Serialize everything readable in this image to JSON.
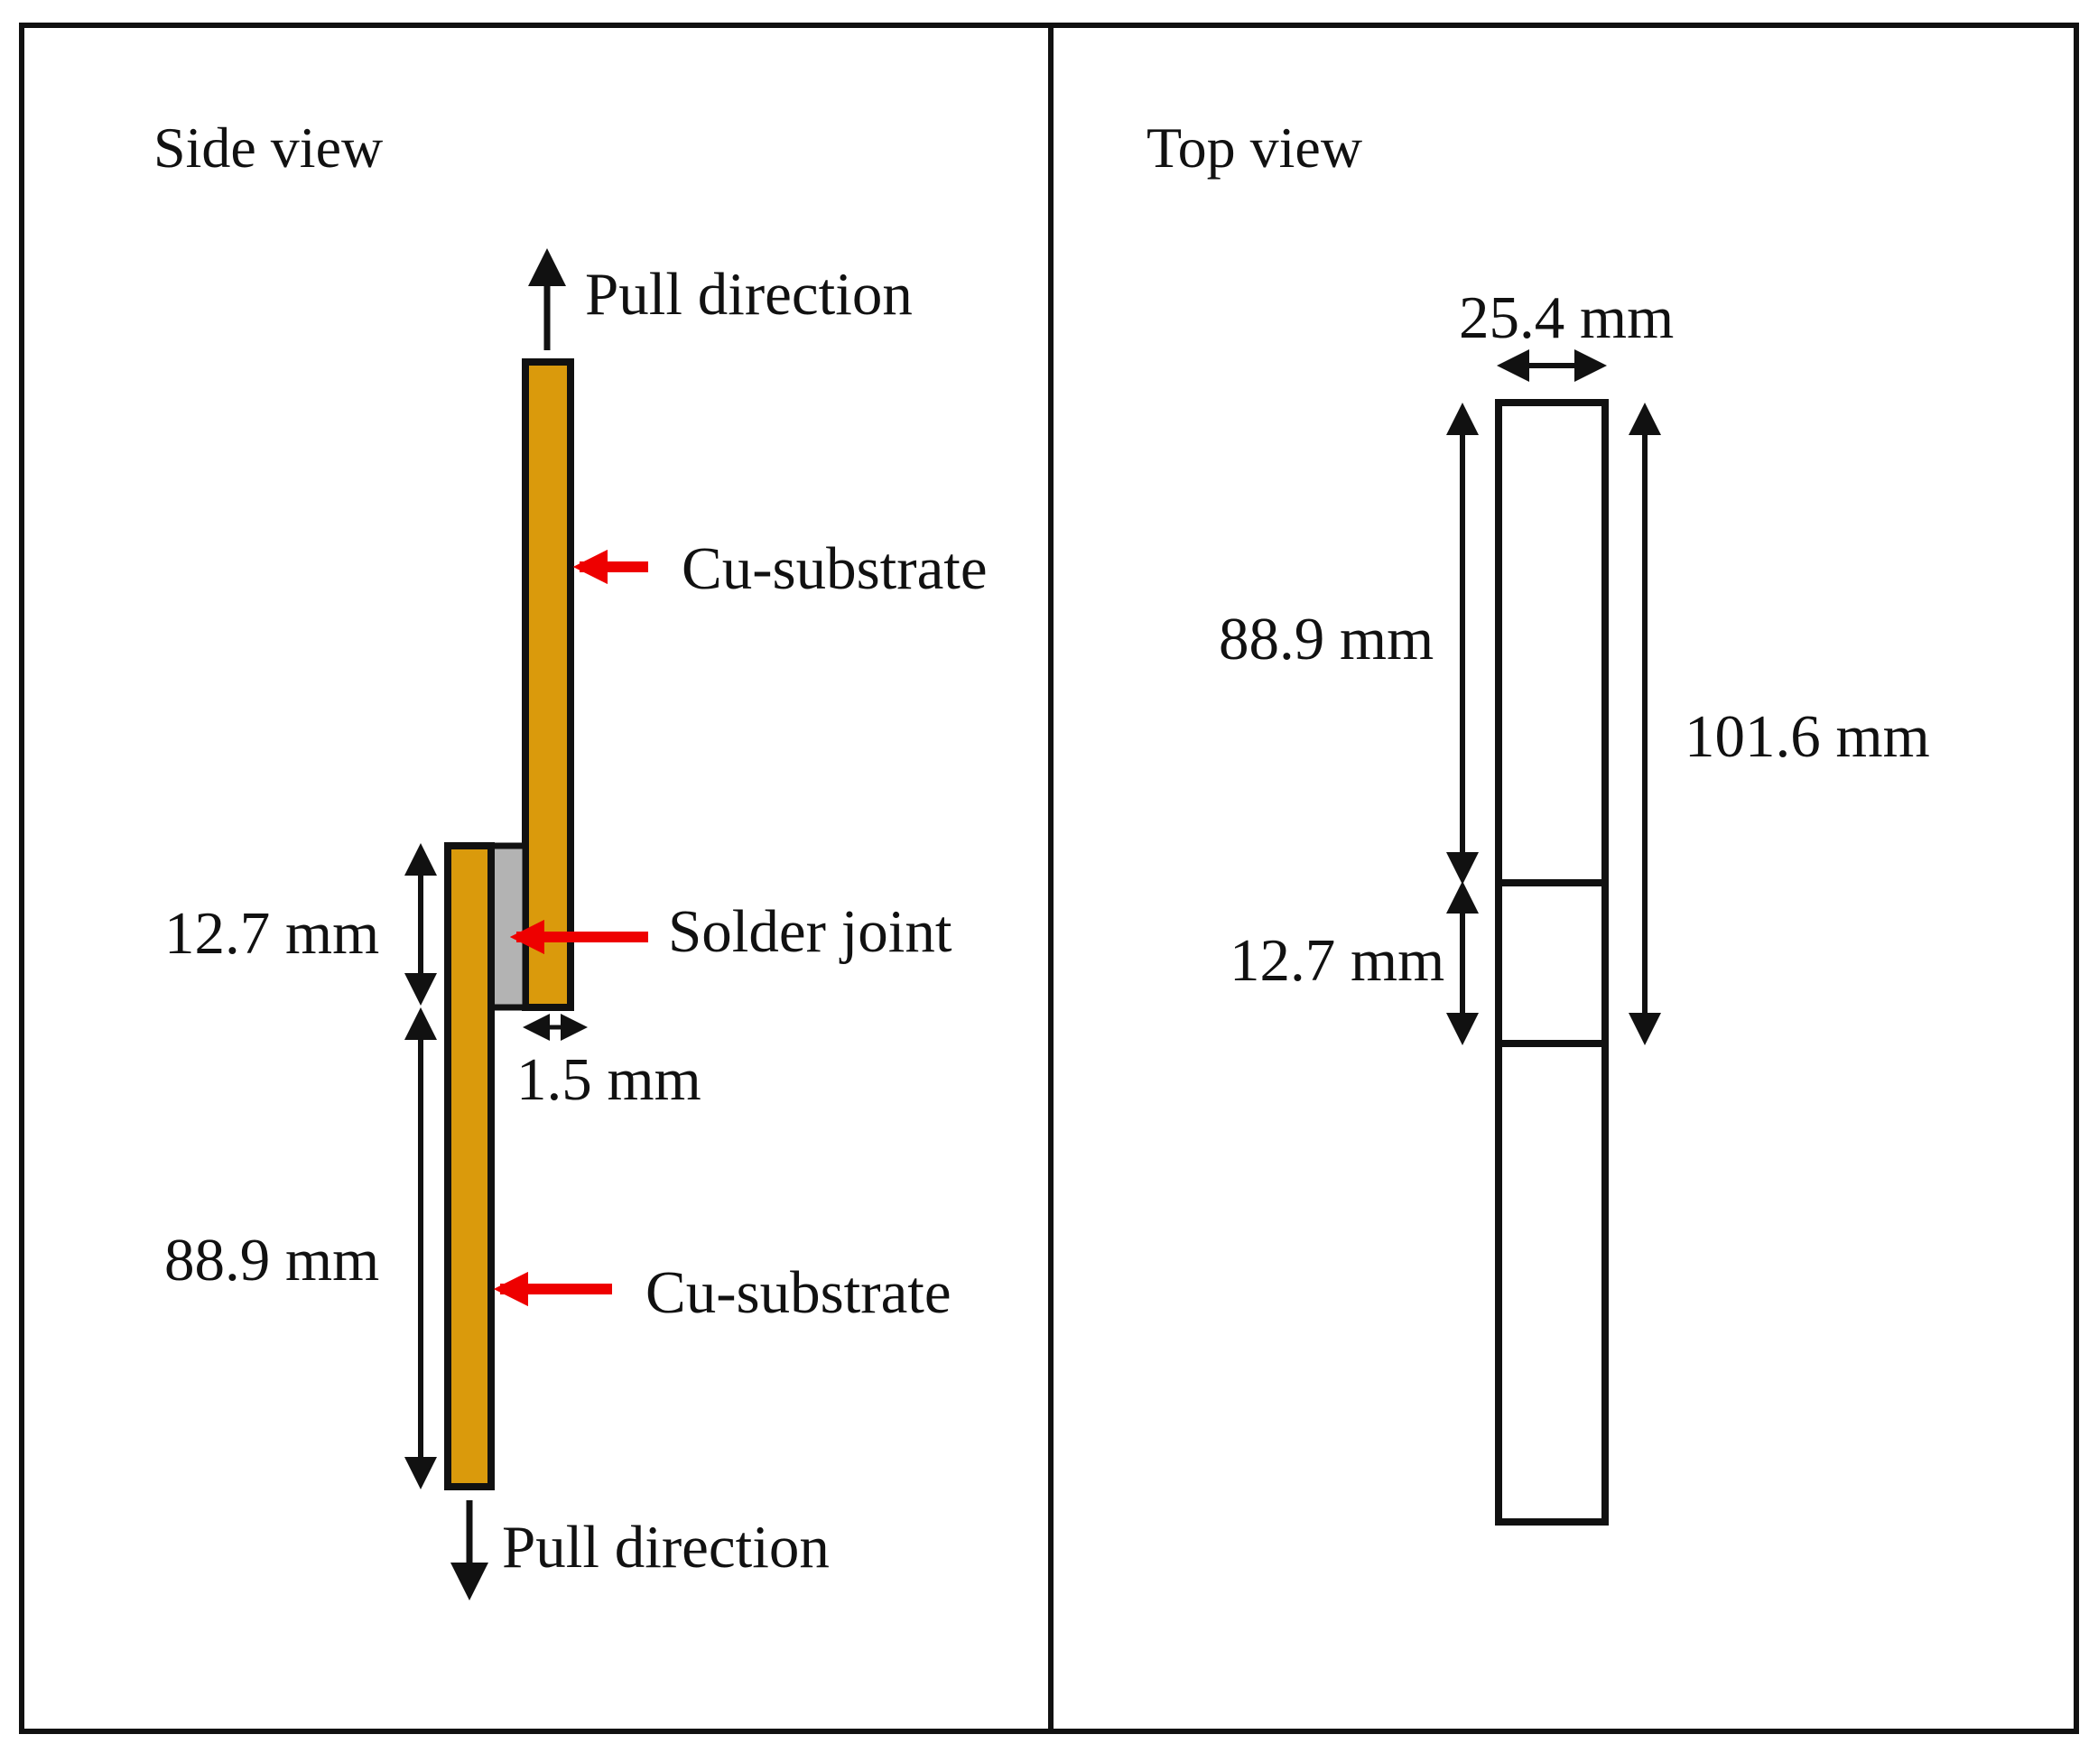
{
  "colors": {
    "copper": "#DA9A0C",
    "solder": "#B3B3B3",
    "outline": "#111111",
    "pointer": "#EE0000",
    "background": "#FFFFFF"
  },
  "side_view": {
    "title": "Side view",
    "pull_top": "Pull direction",
    "pull_bottom": "Pull direction",
    "cu_upper": "Cu-substrate",
    "cu_lower": "Cu-substrate",
    "solder": "Solder joint",
    "dim_overlap": "12.7 mm",
    "dim_length": "88.9 mm",
    "dim_thickness": "1.5 mm"
  },
  "top_view": {
    "title": "Top view",
    "dim_width": "25.4 mm",
    "dim_length": "88.9 mm",
    "dim_overlap": "12.7 mm",
    "dim_total": "101.6 mm"
  }
}
